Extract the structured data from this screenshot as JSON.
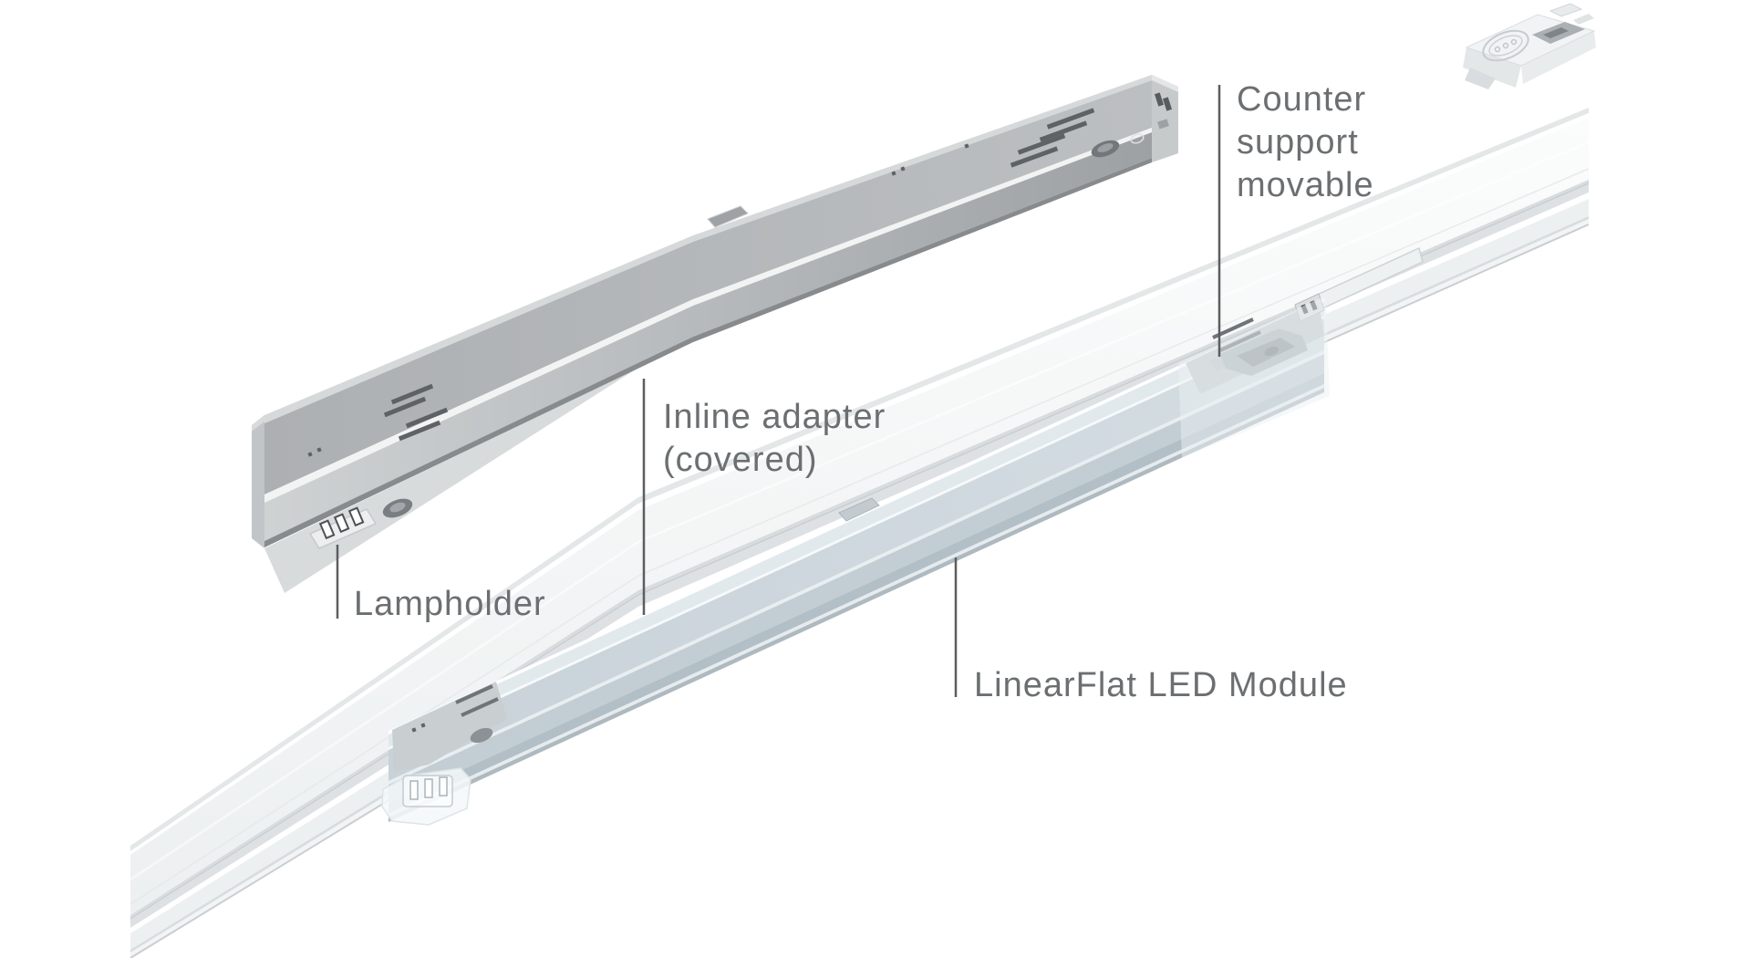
{
  "figure": {
    "type": "lighting-system-product-diagram",
    "labels": {
      "counter_support": {
        "text": "Counter support movable",
        "lines": [
          "Counter",
          "support",
          "movable"
        ]
      },
      "inline_adapter": {
        "text": "Inline adapter (covered)",
        "lines": [
          "Inline adapter",
          "(covered)"
        ]
      },
      "lampholder": {
        "text": "Lampholder"
      },
      "led_module": {
        "text": "LinearFlat LED Module"
      }
    },
    "colors": {
      "background": "#ffffff",
      "label_text": "#6c6f71",
      "leader_line": "#5b5e60",
      "rail_gray": "#b0b3b5",
      "track_white": "#f2f4f5",
      "glass_blue": "#ccd6dc"
    }
  }
}
